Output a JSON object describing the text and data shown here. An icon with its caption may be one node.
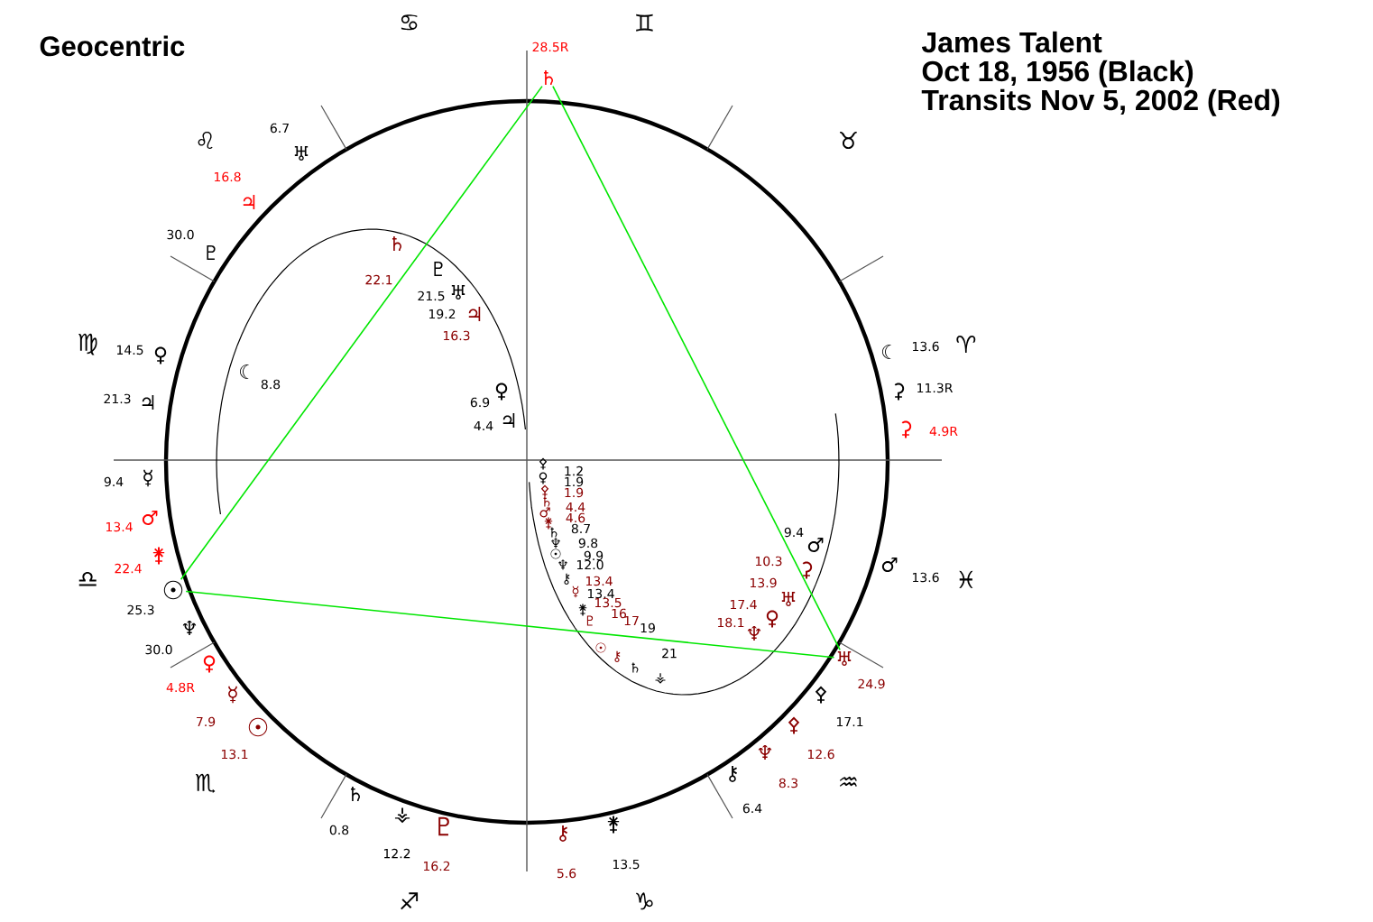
{
  "diagram": {
    "title": "Geocentric",
    "nodes": [
      {
        "text": [
          "♄"
        ],
        "beside": [
          "28.5R"
        ]
      },
      {
        "text": [
          "☉"
        ],
        "beside": [
          "25.3"
        ]
      },
      {
        "text": [
          "♅"
        ],
        "beside": [
          "24.9"
        ]
      }
    ],
    "edges": [
      {
        "from": 0,
        "to": 1,
        "arrow": "none"
      },
      {
        "from": 0,
        "to": 2,
        "arrow": "none"
      },
      {
        "from": 1,
        "to": 2,
        "arrow": "none"
      }
    ],
    "labels": [
      "James Talent",
      "Oct 18, 1956 (Black)",
      "Transits Nov 5, 2002 (Red)",
      "♋",
      "♊",
      "♌",
      "♉",
      "♍",
      "♈",
      "♎",
      "♓",
      "♏",
      "♒",
      "♐",
      "♑",
      "6.7",
      "♅",
      "16.8",
      "♃",
      "30.0",
      "♇",
      "14.5",
      "♀",
      "21.3",
      "♃",
      "9.4",
      "☿",
      "13.4",
      "♂",
      "22.4",
      "⚵",
      "♆",
      "30.0",
      "♀",
      "4.8R",
      "☿",
      "7.9",
      "☉",
      "13.1",
      "♄",
      "0.8",
      "⚶",
      "12.2",
      "♇",
      "16.2",
      "⚷",
      "5.6",
      "⚵",
      "13.5",
      "⚷",
      "6.4",
      "♆",
      "8.3",
      "⚴",
      "12.6",
      "⚴",
      "17.1",
      "♂",
      "13.6",
      "⚳",
      "4.9R",
      "⚳",
      "11.3R",
      "☾",
      "13.6",
      "♄",
      "22.1",
      "♇",
      "21.5",
      "♅",
      "19.2",
      "♃",
      "16.3",
      "☾",
      "8.8",
      "6.9",
      "♀",
      "4.4",
      "♃",
      "⚴",
      "1.2",
      "♀",
      "1.9",
      "⚴",
      "1.9",
      "♄",
      "4.4",
      "♂",
      "4.6",
      "⚵",
      "♄",
      "8.7",
      "♆",
      "9.8",
      "☉",
      "9.9",
      "♆",
      "12.0",
      "⚷",
      "13.4",
      "☿",
      "13.4",
      "⚵",
      "13.5",
      "♇",
      "16",
      "17",
      "☉",
      "⚷",
      "19",
      "21",
      "♄",
      "⚶",
      "9.4",
      "♂",
      "10.3",
      "⚳",
      "13.9",
      "♅",
      "17.4",
      "♀",
      "18.1",
      "♆"
    ]
  }
}
